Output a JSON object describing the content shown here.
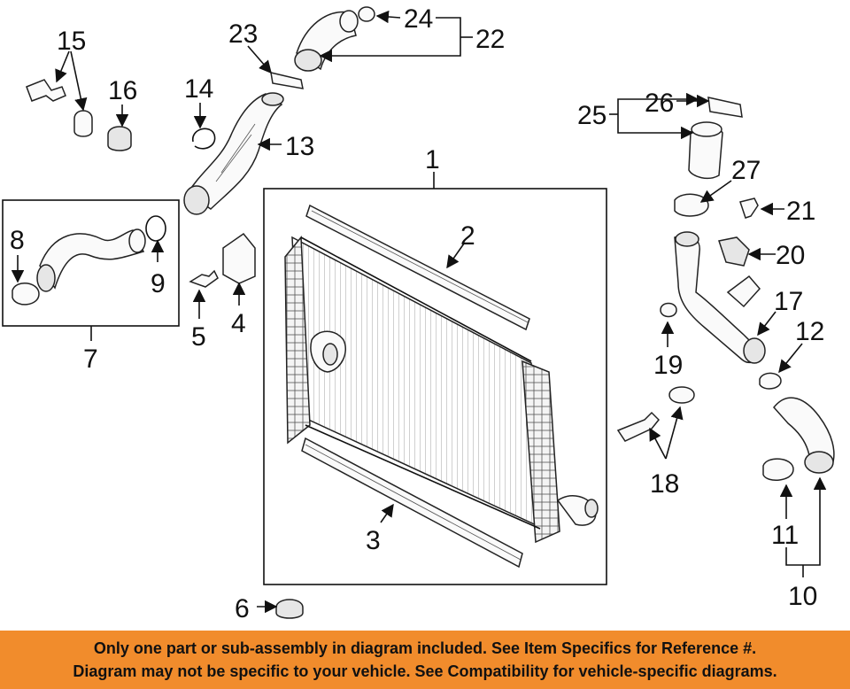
{
  "callouts": {
    "c1": "1",
    "c2": "2",
    "c3": "3",
    "c4": "4",
    "c5": "5",
    "c6": "6",
    "c7": "7",
    "c8": "8",
    "c9": "9",
    "c10": "10",
    "c11": "11",
    "c12": "12",
    "c13": "13",
    "c14": "14",
    "c15": "15",
    "c16": "16",
    "c17": "17",
    "c18": "18",
    "c19": "19",
    "c20": "20",
    "c21": "21",
    "c22": "22",
    "c23": "23",
    "c24": "24",
    "c25": "25",
    "c26": "26",
    "c27": "27"
  },
  "banner": {
    "line1": "Only one part or sub-assembly in diagram included. See Item Specifics for Reference #.",
    "line2": "Diagram may not be specific to your vehicle. See Compatibility for vehicle-specific diagrams."
  },
  "colors": {
    "banner_bg": "#f18c2c",
    "ink": "#111111"
  }
}
